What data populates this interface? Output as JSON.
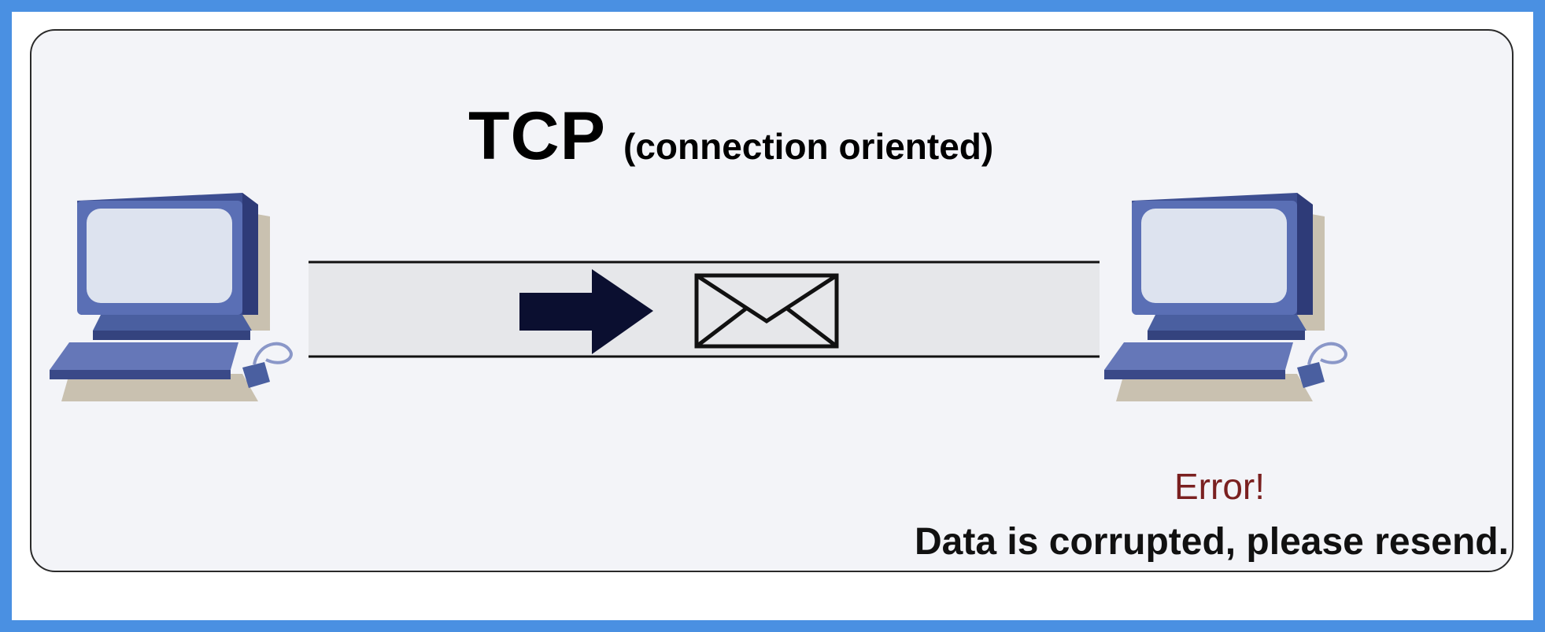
{
  "title": {
    "main": "TCP",
    "subtitle": "(connection oriented)"
  },
  "status": {
    "error_label": "Error!",
    "error_message": "Data is corrupted, please resend."
  },
  "icons": {
    "sender": "computer-icon",
    "receiver": "computer-icon",
    "direction": "arrow-right-icon",
    "packet": "envelope-icon"
  },
  "colors": {
    "frame": "#4a90e2",
    "panel": "#f3f4f8",
    "channel": "#e6e7ea",
    "arrow": "#0b0f30",
    "computer": "#4a5fa0",
    "error_text": "#7a2020"
  }
}
